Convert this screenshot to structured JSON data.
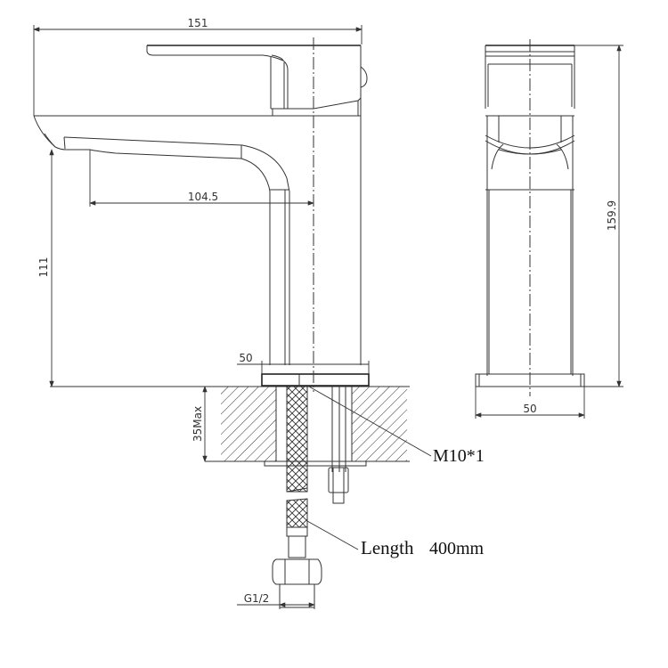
{
  "drawing": {
    "subject": "Basin faucet technical drawing",
    "dimensions": {
      "overall_length": "151",
      "spout_reach": "104.5",
      "spout_height": "111",
      "base_width_front": "50",
      "base_width_side": "50",
      "overall_height": "159.9",
      "max_deck_thickness": "35Max",
      "inlet_thread": "G1/2"
    },
    "callouts": {
      "mounting_stud": "M10*1",
      "hose_length_word": "Length",
      "hose_length_value": "400mm"
    },
    "colors": {
      "line": "#333333",
      "background": "#ffffff"
    }
  }
}
